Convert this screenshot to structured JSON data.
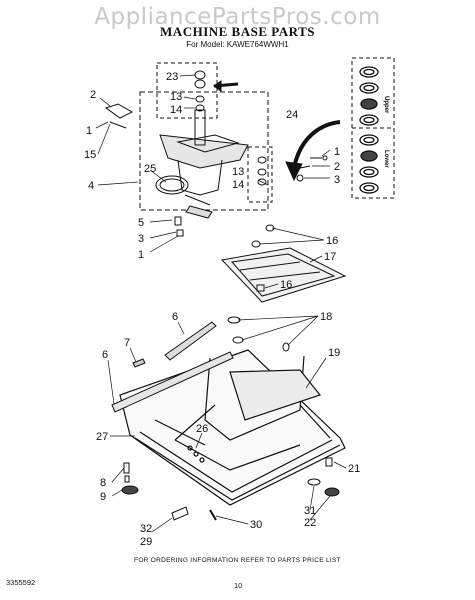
{
  "watermark": "AppliancePartsPros.com",
  "title": "MACHINE BASE PARTS",
  "subtitle": "For Model: KAWE764WWH1",
  "footer_note": "FOR ORDERING INFORMATION REFER TO PARTS PRICE LIST",
  "doc_code": "3355592",
  "page_number": "10",
  "inset_labels": {
    "upper": "Upper",
    "lower": "Lower"
  },
  "callouts": {
    "c1": "23",
    "c2": "13",
    "c3": "14",
    "c4": "2",
    "c5": "1",
    "c6": "15",
    "c7": "25",
    "c8": "4",
    "c9": "13",
    "c10": "14",
    "c11": "1",
    "c12": "2",
    "c13": "3",
    "c14": "24",
    "c15": "5",
    "c16": "3",
    "c17": "1",
    "c18": "16",
    "c19": "17",
    "c20": "16",
    "c21": "6",
    "c22": "18",
    "c23": "7",
    "c24": "6",
    "c25": "19",
    "c26": "27",
    "c27": "26",
    "c28": "8",
    "c29": "9",
    "c30": "21",
    "c31": "30",
    "c32": "31",
    "c33": "22",
    "c34": "32",
    "c35": "29"
  }
}
